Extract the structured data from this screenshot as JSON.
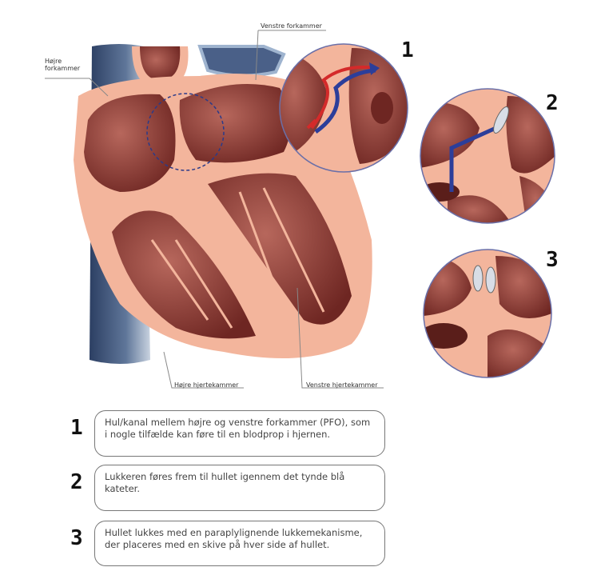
{
  "labels": {
    "right_atrium": "Højre\nforkammer",
    "left_atrium": "Venstre forkammer",
    "right_ventricle": "Højre hjertekammer",
    "left_ventricle": "Venstre hjertekammer"
  },
  "detail_numbers": [
    "1",
    "2",
    "3"
  ],
  "steps": [
    {
      "number": "1",
      "text": "Hul/kanal mellem højre og venstre forkammer (PFO), som i nogle tilfælde kan føre til en blodprop i hjernen."
    },
    {
      "number": "2",
      "text": "Lukkeren føres frem til hullet igennem det tynde blå kateter."
    },
    {
      "number": "3",
      "text": "Hullet lukkes med en paraplylignende lukkemekanisme, der placeres med en skive på hver side af hullet."
    }
  ],
  "colors": {
    "tissue": "#f3b59c",
    "chamber": "#8c3b36",
    "vein": "#3d5378",
    "catheter": "#2c3e9a",
    "arrow_red": "#d42a2a"
  }
}
